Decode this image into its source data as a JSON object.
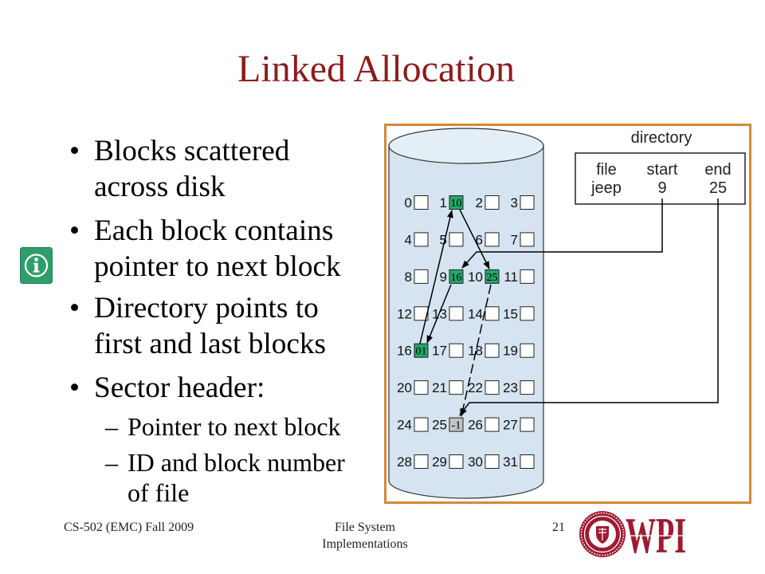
{
  "slide": {
    "title": "Linked Allocation",
    "bullets": [
      {
        "lines": [
          "Blocks scattered",
          "across disk"
        ]
      },
      {
        "lines": [
          "Each block contains",
          "pointer to next block"
        ]
      },
      {
        "lines": [
          "Directory points to",
          "first and last blocks"
        ]
      },
      {
        "lines": [
          "Sector header:"
        ]
      }
    ],
    "sub_bullets": [
      {
        "lines": [
          "Pointer to next block"
        ]
      },
      {
        "lines": [
          "ID and block number",
          "of file"
        ]
      }
    ]
  },
  "info_button": {
    "icon": "info-icon"
  },
  "diagram": {
    "disk": {
      "blocks": [
        {
          "label": "0"
        },
        {
          "label": "1",
          "value": "10",
          "fill": "#22a86b"
        },
        {
          "label": "2"
        },
        {
          "label": "3"
        },
        {
          "label": "4"
        },
        {
          "label": "5"
        },
        {
          "label": "6"
        },
        {
          "label": "7"
        },
        {
          "label": "8"
        },
        {
          "label": "9",
          "value": "16",
          "fill": "#22a86b"
        },
        {
          "label": "10",
          "value": "25",
          "fill": "#22a86b"
        },
        {
          "label": "11"
        },
        {
          "label": "12"
        },
        {
          "label": "13"
        },
        {
          "label": "14"
        },
        {
          "label": "15"
        },
        {
          "label": "16",
          "value": "01",
          "fill": "#22a86b"
        },
        {
          "label": "17"
        },
        {
          "label": "18"
        },
        {
          "label": "19"
        },
        {
          "label": "20"
        },
        {
          "label": "21"
        },
        {
          "label": "22"
        },
        {
          "label": "23"
        },
        {
          "label": "24"
        },
        {
          "label": "25",
          "value": "-1",
          "fill": "#c4c4c4"
        },
        {
          "label": "26"
        },
        {
          "label": "27"
        },
        {
          "label": "28"
        },
        {
          "label": "29"
        },
        {
          "label": "30"
        },
        {
          "label": "31"
        }
      ]
    },
    "directory": {
      "label": "directory",
      "columns": [
        "file",
        "start",
        "end"
      ],
      "row": [
        "jeep",
        "9",
        "25"
      ]
    }
  },
  "footer": {
    "course": "CS-502 (EMC) Fall 2009",
    "topic_lines": [
      "File System",
      "Implementations"
    ],
    "page_number": "21"
  },
  "logo": {
    "seal_icon": "wpi-seal-icon",
    "text": "WPI"
  },
  "colors": {
    "title": "#8c1c1c",
    "frame": "#d4893a",
    "cylinder_body": "#d5e4f0",
    "cylinder_top": "#e4eef7",
    "info_button": "#2e9e6b",
    "logo": "#9e1b32"
  }
}
